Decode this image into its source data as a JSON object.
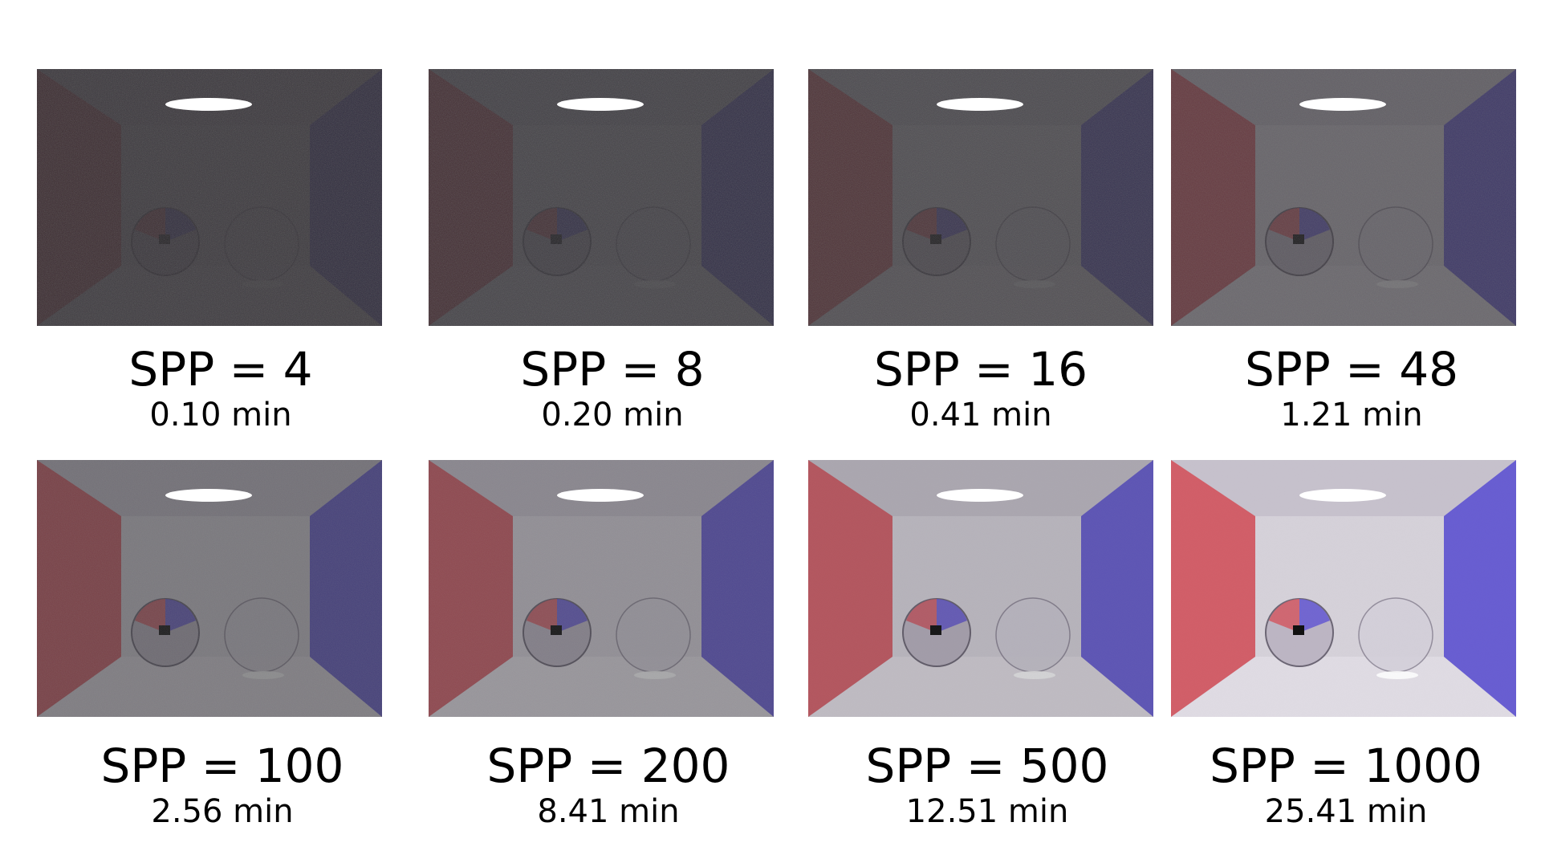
{
  "renders": [
    {
      "spp_label": "SPP = 4",
      "time_label": "0.10 min",
      "spp": 4,
      "time_min": 0.1
    },
    {
      "spp_label": "SPP = 8",
      "time_label": "0.20 min",
      "spp": 8,
      "time_min": 0.2
    },
    {
      "spp_label": "SPP = 16",
      "time_label": "0.41 min",
      "spp": 16,
      "time_min": 0.41
    },
    {
      "spp_label": "SPP = 48",
      "time_label": "1.21 min",
      "spp": 48,
      "time_min": 1.21
    },
    {
      "spp_label": "SPP = 100",
      "time_label": "2.56 min",
      "spp": 100,
      "time_min": 2.56
    },
    {
      "spp_label": "SPP = 200",
      "time_label": "8.41 min",
      "spp": 200,
      "time_min": 8.41
    },
    {
      "spp_label": "SPP = 500",
      "time_label": "12.51 min",
      "spp": 500,
      "time_min": 12.51
    },
    {
      "spp_label": "SPP = 1000",
      "time_label": "25.41 min",
      "spp": 1000,
      "time_min": 25.41
    }
  ],
  "colors": {
    "left_wall": "#d4606a",
    "right_wall": "#6a5fd4",
    "room": "#d8d4dc",
    "light": "#ffffff",
    "background": "#ffffff"
  }
}
